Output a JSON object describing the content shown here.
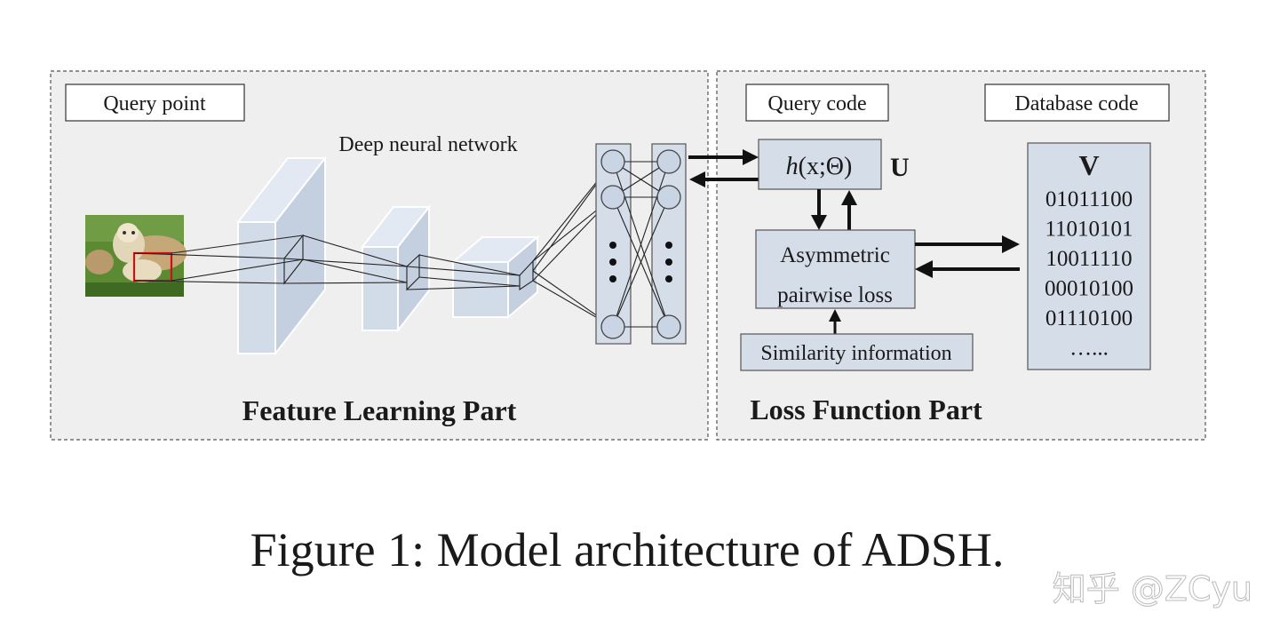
{
  "panels": {
    "feature": {
      "title": "Feature Learning Part"
    },
    "loss": {
      "title": "Loss Function Part"
    }
  },
  "labels": {
    "query_point": "Query point",
    "deep_nn": "Deep neural network",
    "query_code": "Query code",
    "database_code": "Database code",
    "hash_func_h": "h",
    "hash_func_args": "(x;Θ)",
    "u_symbol": "U",
    "v_symbol": "V",
    "asym_line1": "Asymmetric",
    "asym_line2": "pairwise loss",
    "similarity": "Similarity information"
  },
  "database_codes": [
    "01011100",
    "11010101",
    "10011110",
    "00010100",
    "01110100",
    "…..."
  ],
  "caption": "Figure 1: Model architecture of ADSH.",
  "watermark": "知乎 @ZCyu",
  "colors": {
    "panel_bg": "#efefef",
    "block_blue": "#d5dde9",
    "crop_red": "#cc1111",
    "dog_photo_green": "#4e7a2c"
  },
  "icons": {
    "query_image": "dog-photo"
  }
}
